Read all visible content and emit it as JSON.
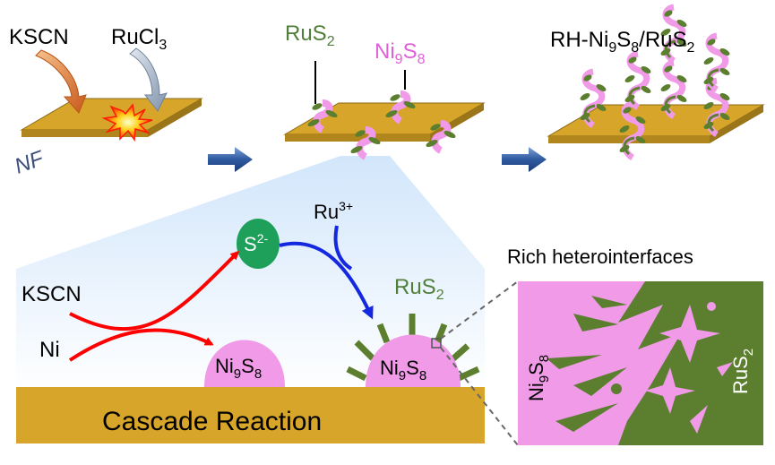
{
  "top": {
    "reagent1": "KSCN",
    "reagent2_main": "RuCl",
    "reagent2_sub": "3",
    "substrate_label": "NF",
    "label_rus2_main": "RuS",
    "label_rus2_sub": "2",
    "label_ni_a": "Ni",
    "label_ni_b": "9",
    "label_ni_c": "S",
    "label_ni_d": "8",
    "product_a": "RH-Ni",
    "product_b": "9",
    "product_c": "S",
    "product_d": "8",
    "product_e": "/RuS",
    "product_f": "2"
  },
  "bottom": {
    "kscn": "KSCN",
    "ni": "Ni",
    "s2_main": "S",
    "s2_sup": "2-",
    "ru_main": "Ru",
    "ru_sup": "3+",
    "ni9s8_a": "Ni",
    "ni9s8_b": "9",
    "ni9s8_c": "S",
    "ni9s8_d": "8",
    "ni9s8b_a": "Ni",
    "ni9s8b_b": "9",
    "ni9s8b_c": "S",
    "ni9s8b_d": "8",
    "rus2_main": "RuS",
    "rus2_sub": "2",
    "cascade": "Cascade Reaction",
    "rich": "Rich heterointerfaces",
    "inset_ni_a": "Ni",
    "inset_ni_b": "9",
    "inset_ni_c": "S",
    "inset_ni_d": "8",
    "inset_ru_a": "RuS",
    "inset_ru_b": "2"
  },
  "colors": {
    "gold": "#d6a52a",
    "pink": "#f09ae8",
    "green": "#5b7f2f",
    "arrow_red": "#ff0000",
    "arrow_blue": "#1428e0",
    "s_ellipse": "#1ea05a",
    "rus2_text": "#4f7f3a",
    "ni_text": "#e060d8"
  }
}
